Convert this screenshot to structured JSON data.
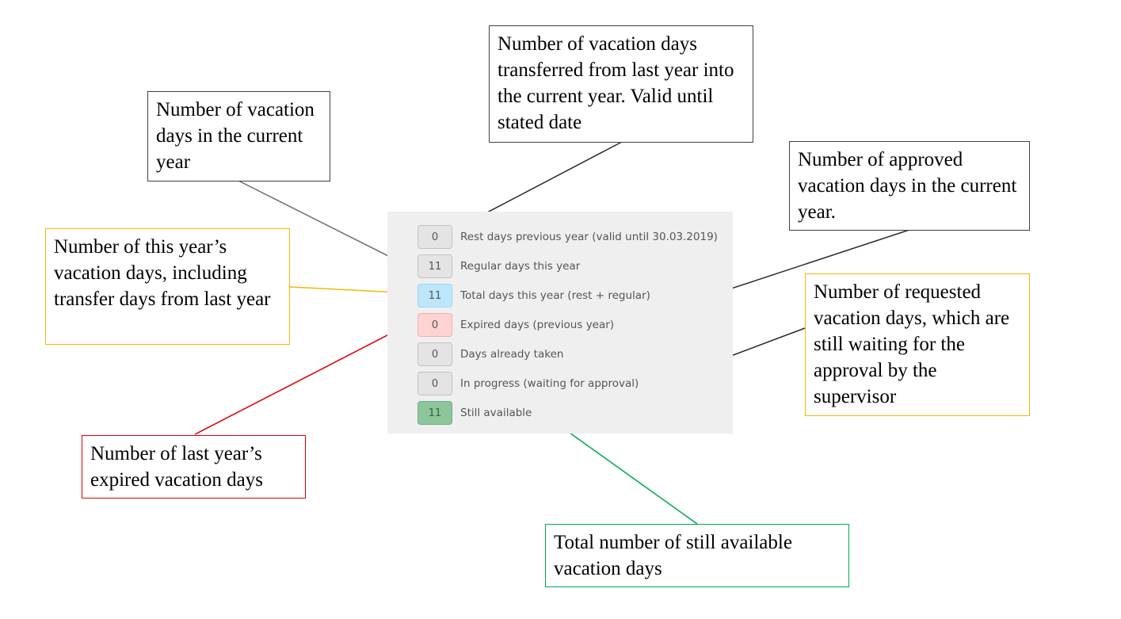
{
  "panel": {
    "rows": [
      {
        "value": "0",
        "label": "Rest days previous year (valid until 30.03.2019)",
        "style": "gray"
      },
      {
        "value": "11",
        "label": "Regular days this year",
        "style": "gray"
      },
      {
        "value": "11",
        "label": "Total days this year (rest + regular)",
        "style": "blue"
      },
      {
        "value": "0",
        "label": "Expired days (previous year)",
        "style": "red"
      },
      {
        "value": "0",
        "label": "Days already taken",
        "style": "gray"
      },
      {
        "value": "0",
        "label": "In progress (waiting for approval)",
        "style": "gray"
      },
      {
        "value": "11",
        "label": "Still available",
        "style": "green"
      }
    ]
  },
  "callouts": {
    "current_year": "Number of vacation days in the current year",
    "transferred": "Number of vacation days transferred from last year into the current year. Valid until stated date",
    "approved": "Number of approved vacation days in the current year.",
    "total_incl_transfer": "Number of this year’s vacation days, including transfer days from last year",
    "requested": "Number of requested vacation days, which are still waiting for the approval by the supervisor",
    "expired": "Number of last year’s expired vacation days",
    "available": "Total number of still available vacation days"
  },
  "colors": {
    "gray_arrow": "#6b6b6b",
    "dark_arrow": "#2b2b2b",
    "yellow": "#f5b800",
    "red": "#e00000",
    "green": "#00a850"
  }
}
